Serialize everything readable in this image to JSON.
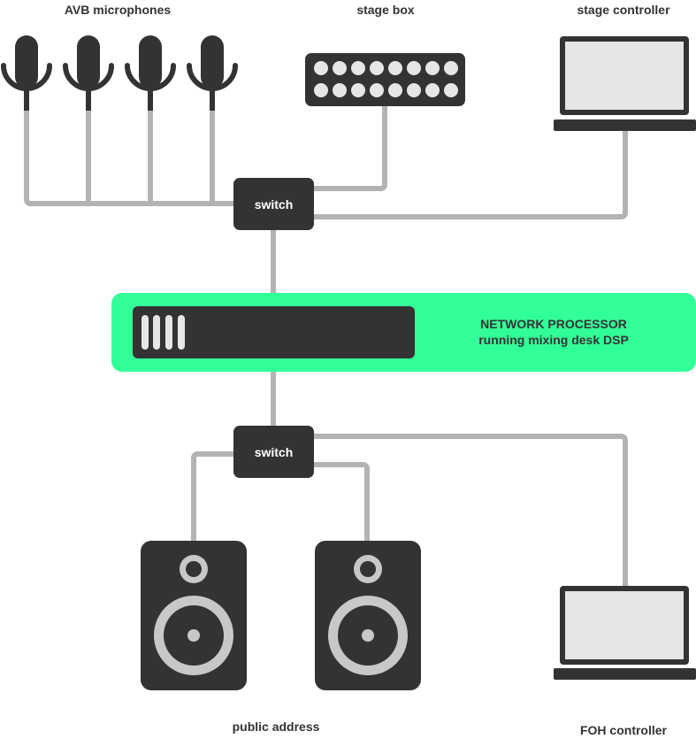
{
  "labels": {
    "mics": "AVB microphones",
    "stagebox": "stage box",
    "stage_controller": "stage controller",
    "public_address": "public address",
    "foh_controller": "FOH controller"
  },
  "switch_top": "switch",
  "switch_bottom": "switch",
  "processor": {
    "line1": "NETWORK PROCESSOR",
    "line2": "running mixing desk DSP"
  },
  "colors": {
    "device": "#333333",
    "cable": "#b3b3b3",
    "processor_bg": "#33ff99",
    "screen": "#e6e6e6",
    "stagebox_led": "#e6e6e6"
  }
}
